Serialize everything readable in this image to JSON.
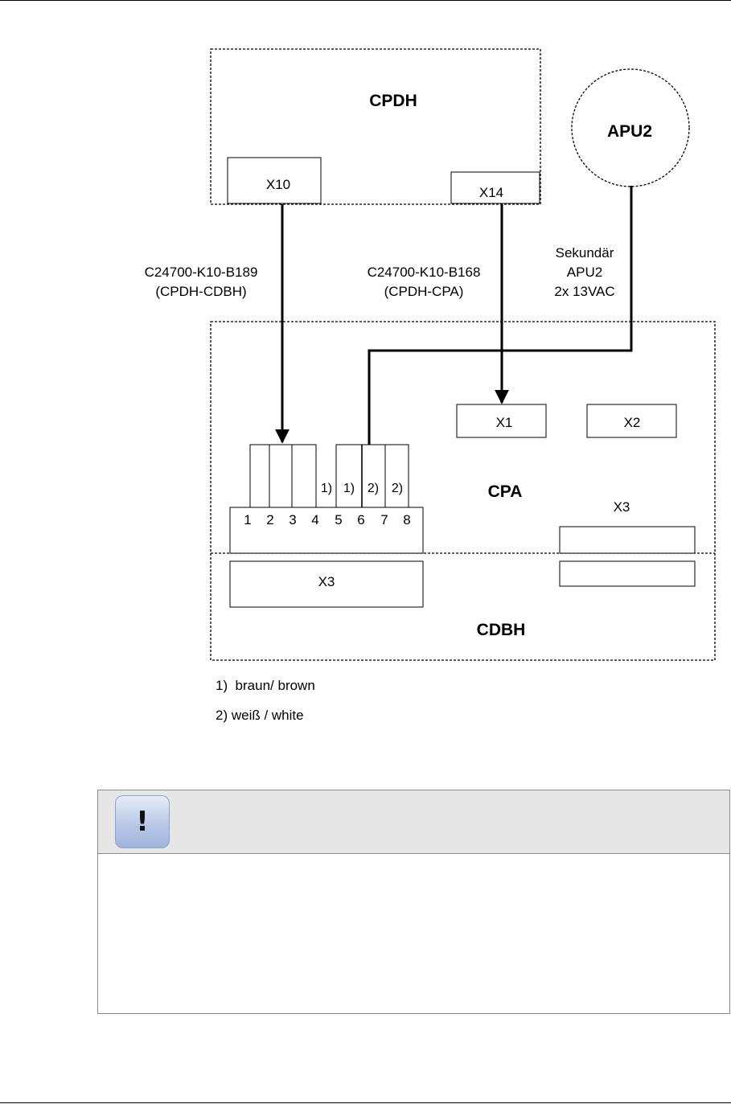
{
  "diagram": {
    "cpdh": {
      "title": "CPDH",
      "ports": {
        "x10": "X10",
        "x14": "X14"
      }
    },
    "apu2": {
      "title": "APU2"
    },
    "cables": {
      "b189": {
        "line1": "C24700-K10-B189",
        "line2": "(CPDH-CDBH)"
      },
      "b168": {
        "line1": "C24700-K10-B168",
        "line2": "(CPDH-CPA)"
      },
      "apu_secondary": {
        "line1": "Sekundär",
        "line2": "APU2",
        "line3": "2x 13VAC"
      }
    },
    "cpa": {
      "title": "CPA",
      "ports": {
        "x1": "X1",
        "x2": "X2",
        "x3": "X3"
      }
    },
    "terminal": {
      "pins": [
        "1",
        "2",
        "3",
        "4",
        "5",
        "6",
        "7",
        "8"
      ],
      "wire_marks": [
        "1)",
        "1)",
        "2)",
        "2)"
      ]
    },
    "cdbh": {
      "title": "CDBH",
      "ports": {
        "x3": "X3"
      }
    },
    "legend": [
      "1)  braun/ brown",
      "2) weiß / white"
    ]
  },
  "notice": {
    "icon": "exclamation-icon",
    "glyph": "!"
  },
  "colors": {
    "line": "#000000",
    "notice_header": "#e6e6e6",
    "notice_border": "#8a8a8a"
  }
}
